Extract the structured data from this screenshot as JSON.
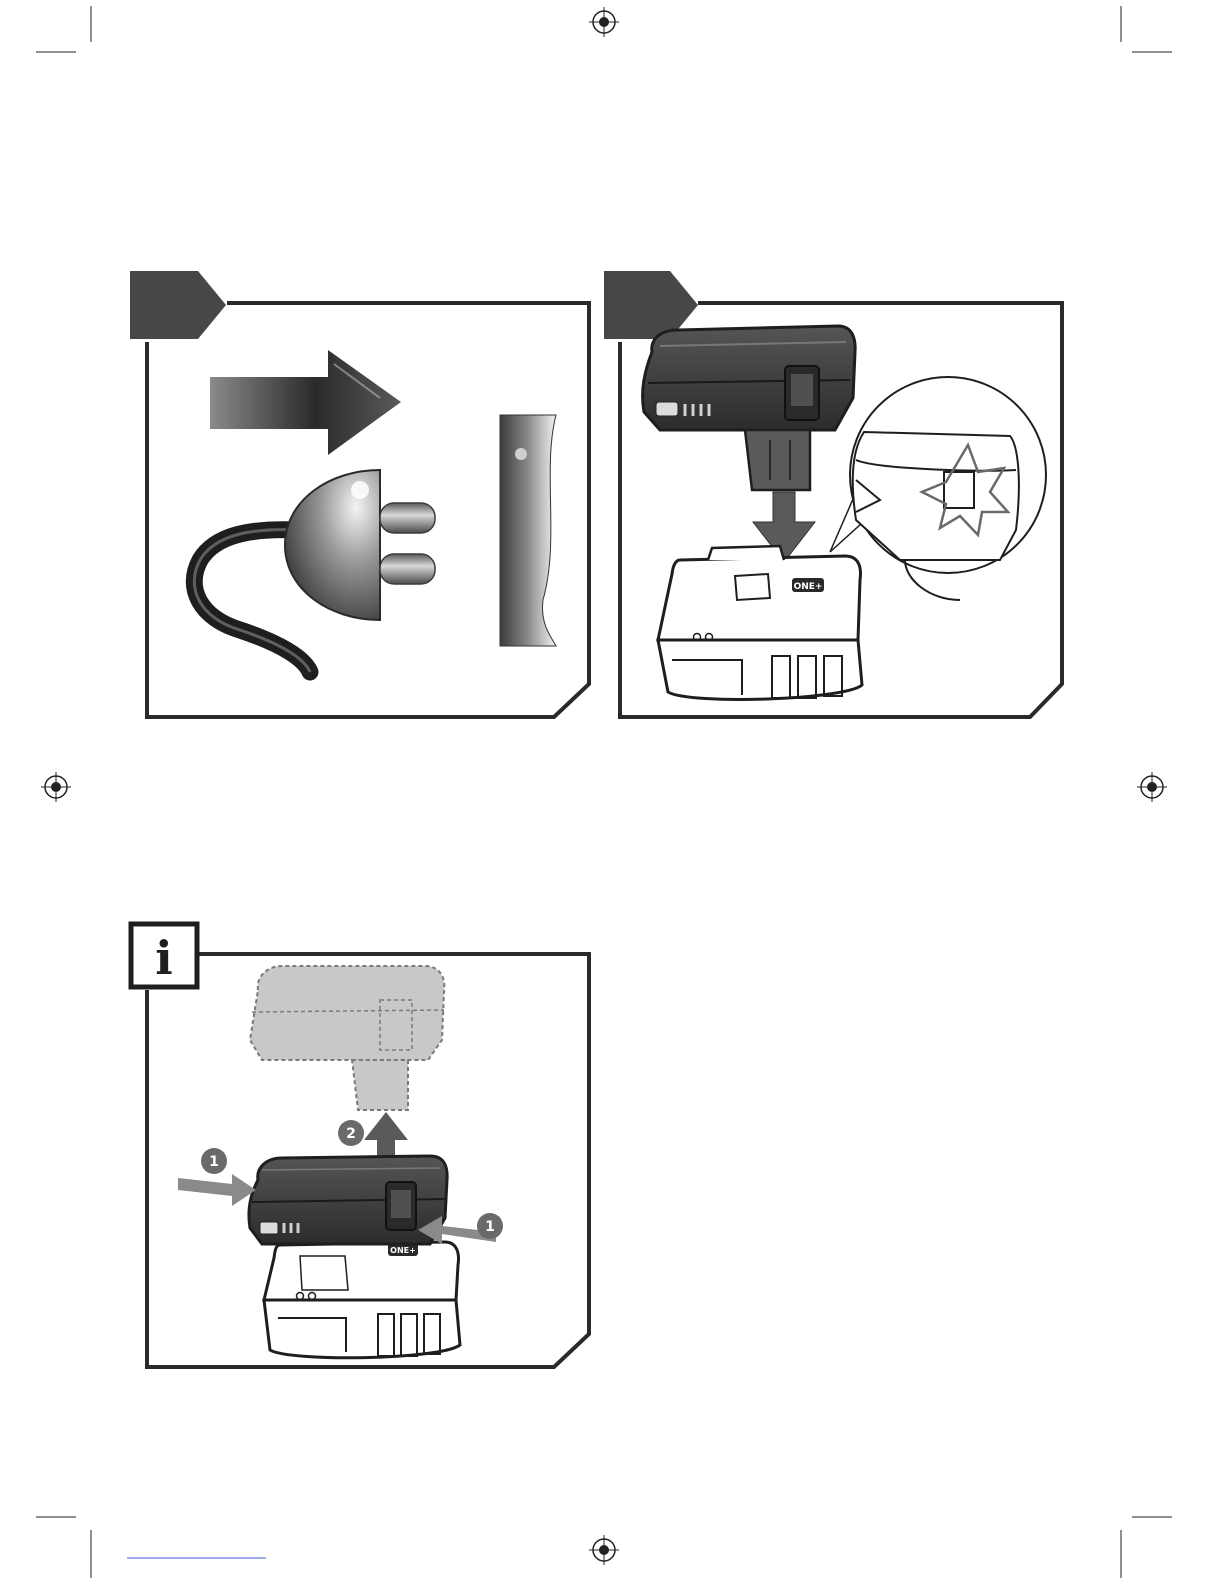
{
  "manual_page": {
    "figures": [
      {
        "id": "plug-figure",
        "tab_color": "#474747",
        "step_labels": []
      },
      {
        "id": "insert-battery-figure",
        "tab_color": "#474747",
        "brand_label": "ONE+"
      },
      {
        "id": "remove-battery-figure",
        "info_symbol": "i",
        "brand_label": "ONE+",
        "steps": [
          {
            "label": "1"
          },
          {
            "label": "2"
          },
          {
            "label": "1"
          }
        ]
      }
    ],
    "colors": {
      "frame": "#2a2a2a",
      "tab": "#474747",
      "battery_dark": "#3a3a3a",
      "ghost": "#bdbdbd"
    }
  }
}
